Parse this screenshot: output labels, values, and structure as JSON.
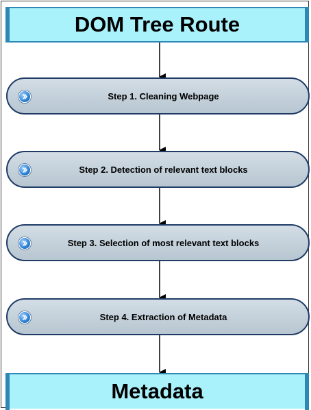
{
  "title": "DOM Tree Route",
  "steps": [
    {
      "label": "Step 1. Cleaning Webpage"
    },
    {
      "label": "Step 2. Detection of relevant text blocks"
    },
    {
      "label": "Step 3. Selection of most relevant text blocks"
    },
    {
      "label": "Step 4. Extraction of Metadata"
    }
  ],
  "output": "Metadata",
  "colors": {
    "banner_fill": "#a9f1fb",
    "banner_border": "#2e88b6",
    "step_fill": "#c6d2dc",
    "step_border": "#1f3b66",
    "icon_blue": "#2a7fd4"
  },
  "icons": {
    "step_icon": "chevron-right-circle-icon"
  }
}
